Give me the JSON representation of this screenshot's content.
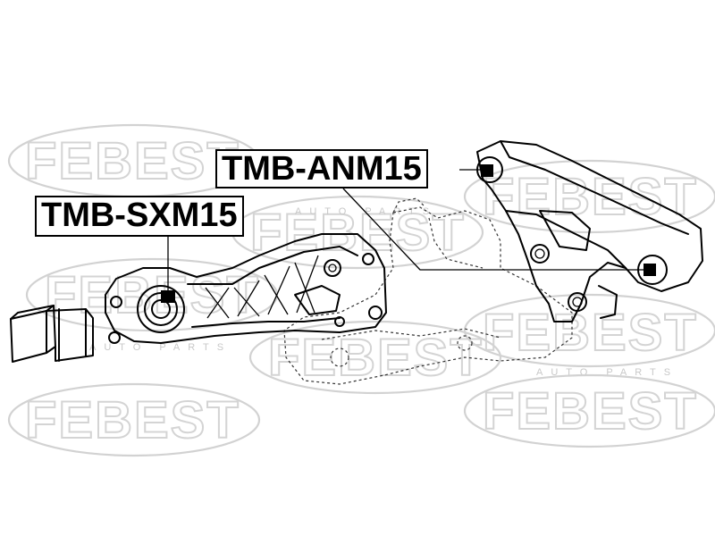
{
  "parts": {
    "anm": {
      "code": "TMB-ANM15"
    },
    "sxm": {
      "code": "TMB-SXM15"
    }
  },
  "watermark": {
    "brand": "FEBEST",
    "sub": "AUTO PARTS"
  },
  "colors": {
    "line": "#000000",
    "watermark": "#d2d2d2",
    "background": "#ffffff"
  }
}
